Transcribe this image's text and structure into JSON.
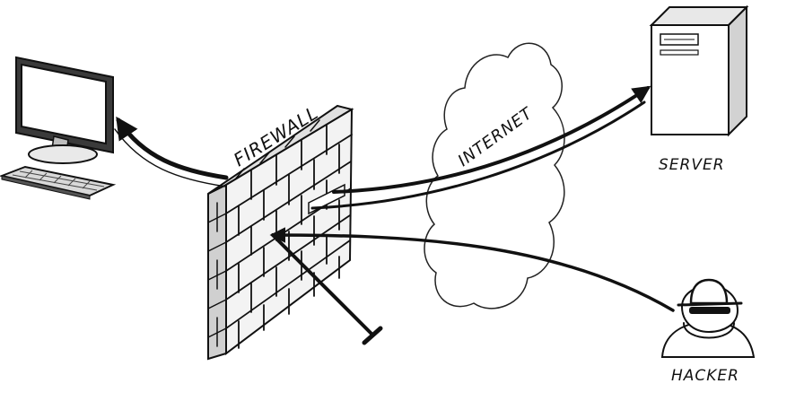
{
  "labels": {
    "firewall": "FIREWALL",
    "internet": "INTERNET",
    "server": "SERVER",
    "hacker": "HACKER"
  },
  "colors": {
    "ink": "#111111",
    "paper": "#ffffff",
    "brick_light": "#f4f4f4",
    "brick_dark": "#cfcfcf"
  },
  "icons": {
    "computer": "desktop-computer-icon",
    "server": "server-tower-icon",
    "hacker": "hacker-icon",
    "firewall": "brick-wall-icon",
    "internet": "cloud-icon"
  }
}
